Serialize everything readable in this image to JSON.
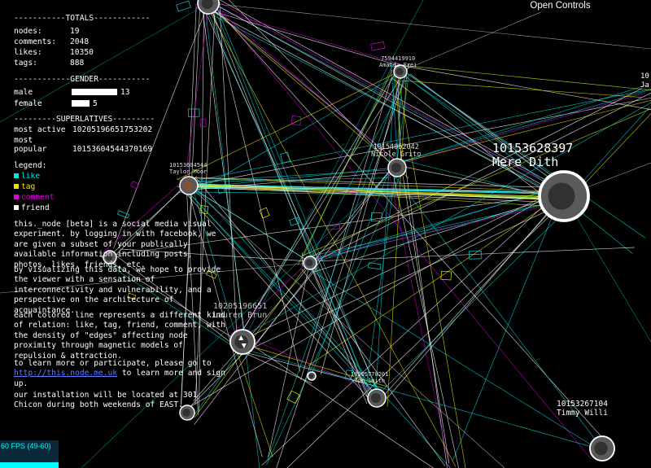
{
  "totals": {
    "header": "-----------TOTALS------------",
    "rows": [
      {
        "label": "nodes:",
        "value": "19"
      },
      {
        "label": "comments:",
        "value": "2048"
      },
      {
        "label": "likes:",
        "value": "10350"
      },
      {
        "label": "tags:",
        "value": "888"
      }
    ]
  },
  "gender": {
    "header": "------------GENDER-----------",
    "rows": [
      {
        "label": "male",
        "value": "13",
        "fraction": 0.72
      },
      {
        "label": "female",
        "value": "5",
        "fraction": 0.28
      }
    ]
  },
  "superlatives": {
    "header": "---------SUPERLATIVES---------",
    "most_active_label": "most active",
    "most_active_value": "10205196651753202",
    "most_popular_label_1": "most",
    "most_popular_label_2": "popular",
    "most_popular_value": "10153604544370169"
  },
  "legend": {
    "title": "legend:",
    "items": [
      {
        "label": "like",
        "color": "#00e5e5"
      },
      {
        "label": "tag",
        "color": "#f0e000"
      },
      {
        "label": "comment",
        "color": "#e000e0"
      },
      {
        "label": "friend",
        "color": "#ffffff"
      }
    ]
  },
  "description": {
    "p1": "this._node [beta] is a social media visual experiment. by logging in with facebook, we are given a subset of your publically available information including posts, photos, likes, friends, etc.",
    "p2": "by visualizing this data, we hope to provide the viewer with a sensation of interconnectivity and vulnerability, and a perspective on the architecture of acquaintance.",
    "p3": "each colored line represents a different kind of relation: like, tag, friend, comment, with the density of \"edges\" affecting node proximity through magnetic models of repulsion & attraction.",
    "p4_pre": "to learn more or participate, please go to",
    "p4_link": "http://this.node.me.uk",
    "p4_post": "to learn more and sign up.",
    "p5": "our installation will be located at 301 Chicon during both weekends of EAST."
  },
  "controls": {
    "label": "Open Controls"
  },
  "fps": {
    "label": "60 FPS (49-60)"
  },
  "nodes_labeled": [
    {
      "id": "10153628397",
      "name": "Mere Dith"
    },
    {
      "id": "10153267104",
      "name": "Timmy Willi"
    },
    {
      "id": "10205196651",
      "name": "Lauren Brun"
    },
    {
      "id": "10153604544",
      "name": "Taylor Moor"
    },
    {
      "id": "7594419910",
      "name": "Amanda Frei"
    },
    {
      "id": "10154062042",
      "name": "Nicole Grito"
    },
    {
      "id": "10205778201",
      "name": "Tom Smith"
    },
    {
      "id": "10",
      "name": "Ja"
    }
  ]
}
